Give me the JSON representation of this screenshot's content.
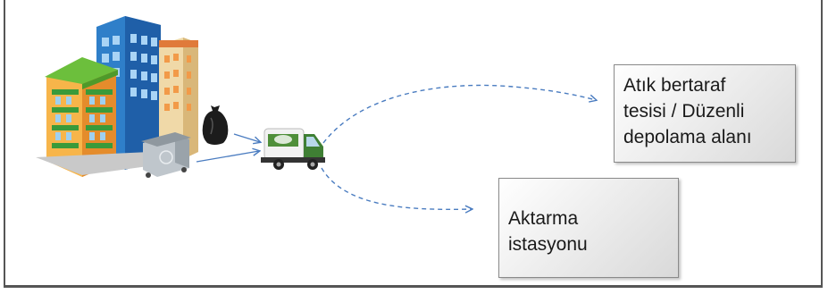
{
  "destinations": {
    "disposal_facility": {
      "lines": [
        "Atık bertaraf",
        "tesisi / Düzenli",
        "depolama alanı"
      ]
    },
    "transfer_station": {
      "lines": [
        "Aktarma",
        "istasyonu"
      ]
    }
  },
  "colors": {
    "arrow": "#4a7cc0",
    "box_border": "#8a8a8a",
    "frame": "#555555"
  },
  "icons": [
    "buildings-illustration",
    "garbage-bag-icon",
    "waste-container-icon",
    "garbage-truck-icon"
  ]
}
